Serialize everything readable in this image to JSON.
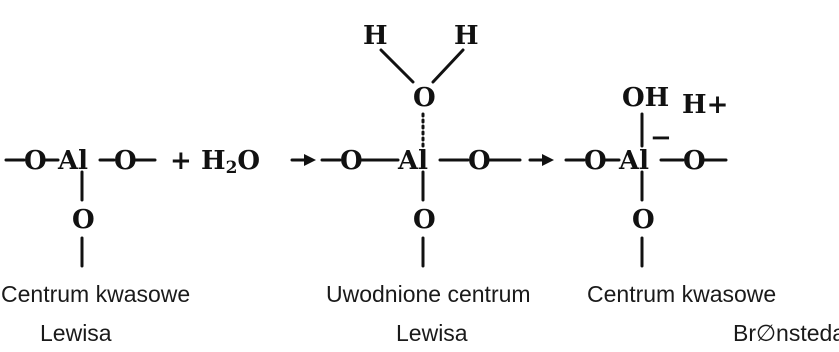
{
  "structures": {
    "left": {
      "al": "Al",
      "o_left": "O",
      "o_right": "O",
      "o_bottom": "O"
    },
    "middle": {
      "al": "Al",
      "o_left": "O",
      "o_right": "O",
      "o_bottom": "O",
      "water_o": "O",
      "h_left": "H",
      "h_right": "H"
    },
    "right": {
      "al": "Al",
      "o_left": "O",
      "o_right": "O",
      "o_bottom": "O",
      "oh": "OH",
      "charge": "−",
      "proton": "H+"
    }
  },
  "reaction": {
    "plus": "+",
    "water_h": "H",
    "water_sub": "2",
    "water_o": "O"
  },
  "captions": {
    "left_line1": "Centrum kwasowe",
    "left_line2": "Lewisa",
    "middle_line1": "Uwodnione centrum",
    "middle_line2": "Lewisa",
    "right_line1": "Centrum kwasowe",
    "right_line2": "Br∅nsteda"
  }
}
